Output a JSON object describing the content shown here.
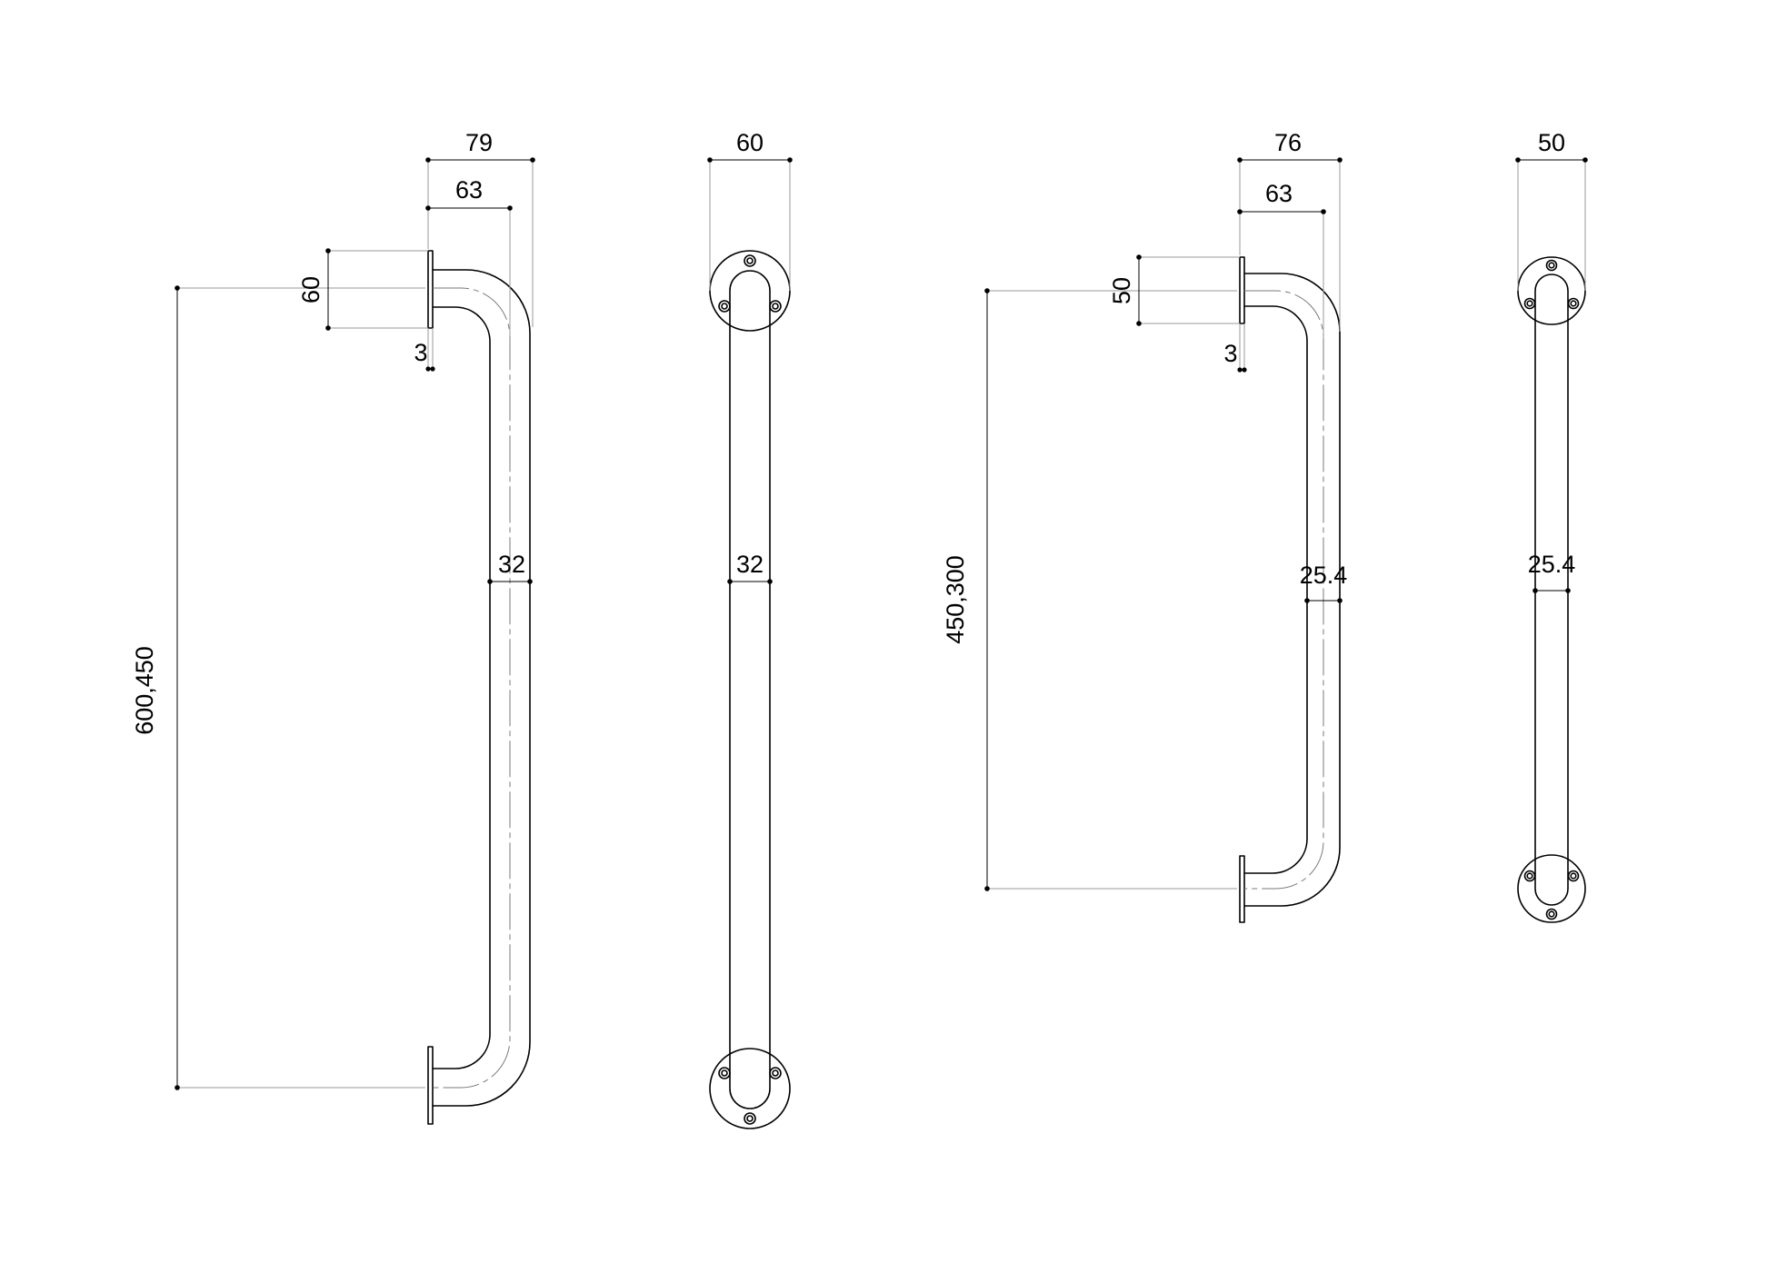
{
  "bar_a_side": {
    "overall_depth": "79",
    "centerline_depth": "63",
    "flange_diameter": "60",
    "flange_thickness": "3",
    "tube_diameter": "32",
    "length_options": "600,450"
  },
  "bar_a_front": {
    "flange_diameter": "60",
    "tube_diameter": "32"
  },
  "bar_b_side": {
    "overall_depth": "76",
    "centerline_depth": "63",
    "flange_diameter": "50",
    "flange_thickness": "3",
    "tube_diameter": "25.4",
    "length_options": "450,300"
  },
  "bar_b_front": {
    "flange_diameter": "50",
    "tube_diameter": "25.4"
  }
}
